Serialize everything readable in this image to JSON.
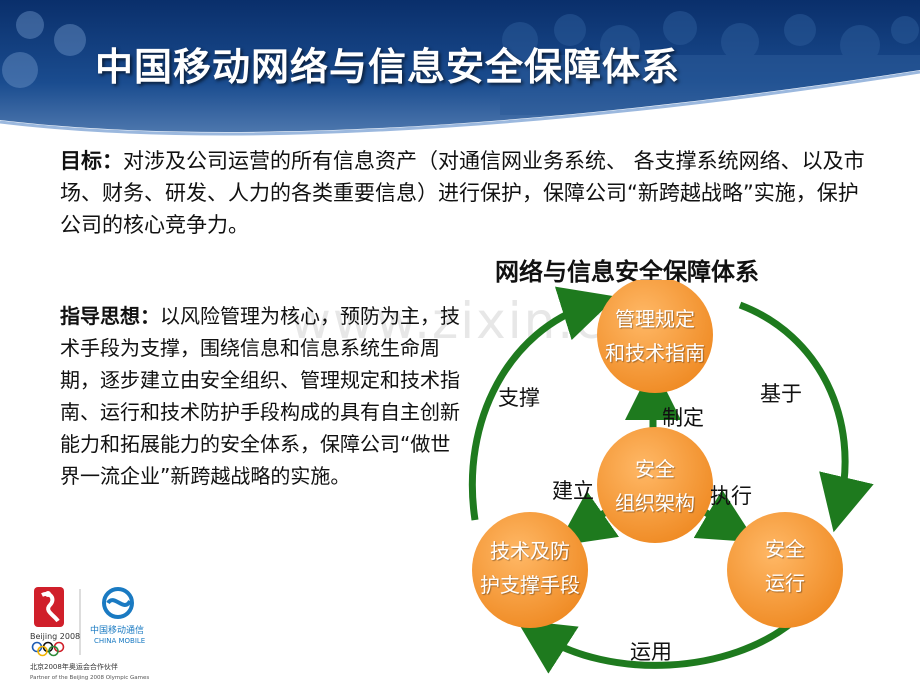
{
  "slide": {
    "title": "中国移动网络与信息安全保障体系",
    "goal": {
      "label": "目标：",
      "text": "对涉及公司运营的所有信息资产（对通信网业务系统、 各支撑系统网络、以及市场、财务、研发、人力的各类重要信息）进行保护，保障公司“新跨越战略”实施，保护公司的核心竞争力。"
    },
    "guide": {
      "label": "指导思想：",
      "text": "以风险管理为核心，预防为主，技术手段为支撑，围绕信息和信息系统生命周期，逐步建立由安全组织、管理规定和技术指南、运行和技术防护手段构成的具有自主创新能力和拓展能力的安全体系，保障公司“做世界一流企业”新跨越战略的实施。"
    },
    "watermark": "www.zixin.com"
  },
  "diagram": {
    "title": "网络与信息安全保障体系",
    "nodes": {
      "top": [
        "管理规定",
        "和技术指南"
      ],
      "center": [
        "安全",
        "组织架构"
      ],
      "left": [
        "技术及防",
        "护支撑手段"
      ],
      "right": [
        "安全",
        "运行"
      ]
    },
    "edges": {
      "support": "支撑",
      "based_on": "基于",
      "apply": "运用",
      "formulate": "制定",
      "build": "建立",
      "execute": "执行"
    },
    "colors": {
      "node_fill": "#f59a3a",
      "arrow": "#1e7a1e",
      "header": "#1a4c8f"
    }
  },
  "logos": {
    "beijing_text": "Beijing 2008",
    "cmcc_cn": "中国移动通信",
    "cmcc_en": "CHINA MOBILE",
    "partner_cn": "北京2008年奥运会合作伙伴",
    "partner_en": "Partner of the Beijing 2008 Olympic Games"
  }
}
